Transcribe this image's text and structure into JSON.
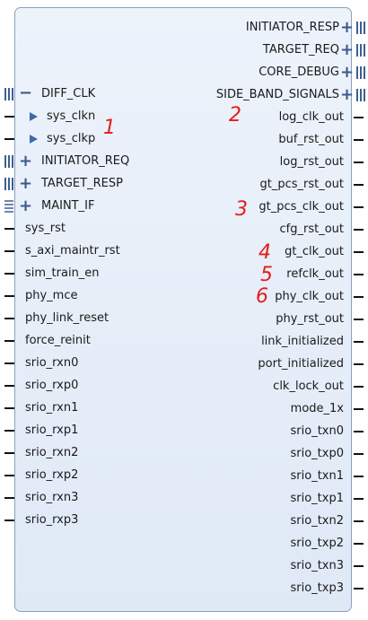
{
  "left_ports": [
    {
      "name": "DIFF_CLK",
      "kind": "bus-open"
    },
    {
      "name": "sys_clkn",
      "kind": "sub-clk"
    },
    {
      "name": "sys_clkp",
      "kind": "sub-clk"
    },
    {
      "name": "INITIATOR_REQ",
      "kind": "bus"
    },
    {
      "name": "TARGET_RESP",
      "kind": "bus"
    },
    {
      "name": "MAINT_IF",
      "kind": "bus-dotted"
    },
    {
      "name": "sys_rst",
      "kind": "wire"
    },
    {
      "name": "s_axi_maintr_rst",
      "kind": "wire"
    },
    {
      "name": "sim_train_en",
      "kind": "wire"
    },
    {
      "name": "phy_mce",
      "kind": "wire"
    },
    {
      "name": "phy_link_reset",
      "kind": "wire"
    },
    {
      "name": "force_reinit",
      "kind": "wire"
    },
    {
      "name": "srio_rxn0",
      "kind": "wire"
    },
    {
      "name": "srio_rxp0",
      "kind": "wire"
    },
    {
      "name": "srio_rxn1",
      "kind": "wire"
    },
    {
      "name": "srio_rxp1",
      "kind": "wire"
    },
    {
      "name": "srio_rxn2",
      "kind": "wire"
    },
    {
      "name": "srio_rxp2",
      "kind": "wire"
    },
    {
      "name": "srio_rxn3",
      "kind": "wire"
    },
    {
      "name": "srio_rxp3",
      "kind": "wire"
    }
  ],
  "right_ports": [
    {
      "name": "INITIATOR_RESP",
      "kind": "bus"
    },
    {
      "name": "TARGET_REQ",
      "kind": "bus"
    },
    {
      "name": "CORE_DEBUG",
      "kind": "bus"
    },
    {
      "name": "SIDE_BAND_SIGNALS",
      "kind": "bus"
    },
    {
      "name": "log_clk_out",
      "kind": "wire"
    },
    {
      "name": "buf_rst_out",
      "kind": "wire"
    },
    {
      "name": "log_rst_out",
      "kind": "wire"
    },
    {
      "name": "gt_pcs_rst_out",
      "kind": "wire"
    },
    {
      "name": "gt_pcs_clk_out",
      "kind": "wire"
    },
    {
      "name": "cfg_rst_out",
      "kind": "wire"
    },
    {
      "name": "gt_clk_out",
      "kind": "wire"
    },
    {
      "name": "refclk_out",
      "kind": "wire"
    },
    {
      "name": "phy_clk_out",
      "kind": "wire"
    },
    {
      "name": "phy_rst_out",
      "kind": "wire"
    },
    {
      "name": "link_initialized",
      "kind": "wire"
    },
    {
      "name": "port_initialized",
      "kind": "wire"
    },
    {
      "name": "clk_lock_out",
      "kind": "wire"
    },
    {
      "name": "mode_1x",
      "kind": "wire"
    },
    {
      "name": "srio_txn0",
      "kind": "wire"
    },
    {
      "name": "srio_txp0",
      "kind": "wire"
    },
    {
      "name": "srio_txn1",
      "kind": "wire"
    },
    {
      "name": "srio_txp1",
      "kind": "wire"
    },
    {
      "name": "srio_txn2",
      "kind": "wire"
    },
    {
      "name": "srio_txp2",
      "kind": "wire"
    },
    {
      "name": "srio_txn3",
      "kind": "wire"
    },
    {
      "name": "srio_txp3",
      "kind": "wire"
    }
  ],
  "annotations": [
    {
      "text": "1",
      "near": "sys_clkn"
    },
    {
      "text": "2",
      "near": "log_clk_out"
    },
    {
      "text": "3",
      "near": "gt_pcs_clk_out"
    },
    {
      "text": "4",
      "near": "gt_clk_out"
    },
    {
      "text": "5",
      "near": "refclk_out"
    },
    {
      "text": "6",
      "near": "phy_clk_out"
    }
  ],
  "colors": {
    "block_border": "#8aa0bf",
    "bus_icon": "#3a5a8c",
    "annotation": "#e51c1c"
  }
}
